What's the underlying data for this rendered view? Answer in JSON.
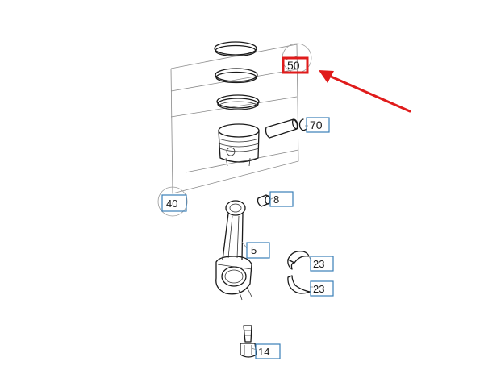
{
  "callouts": {
    "c50": "50",
    "c70": "70",
    "c40": "40",
    "c8": "8",
    "c5": "5",
    "c23a": "23",
    "c23b": "23",
    "c14": "14"
  },
  "colors": {
    "highlight": "#e01b1b",
    "callout_border": "#3a7fb8",
    "line": "#1a1a1a"
  }
}
